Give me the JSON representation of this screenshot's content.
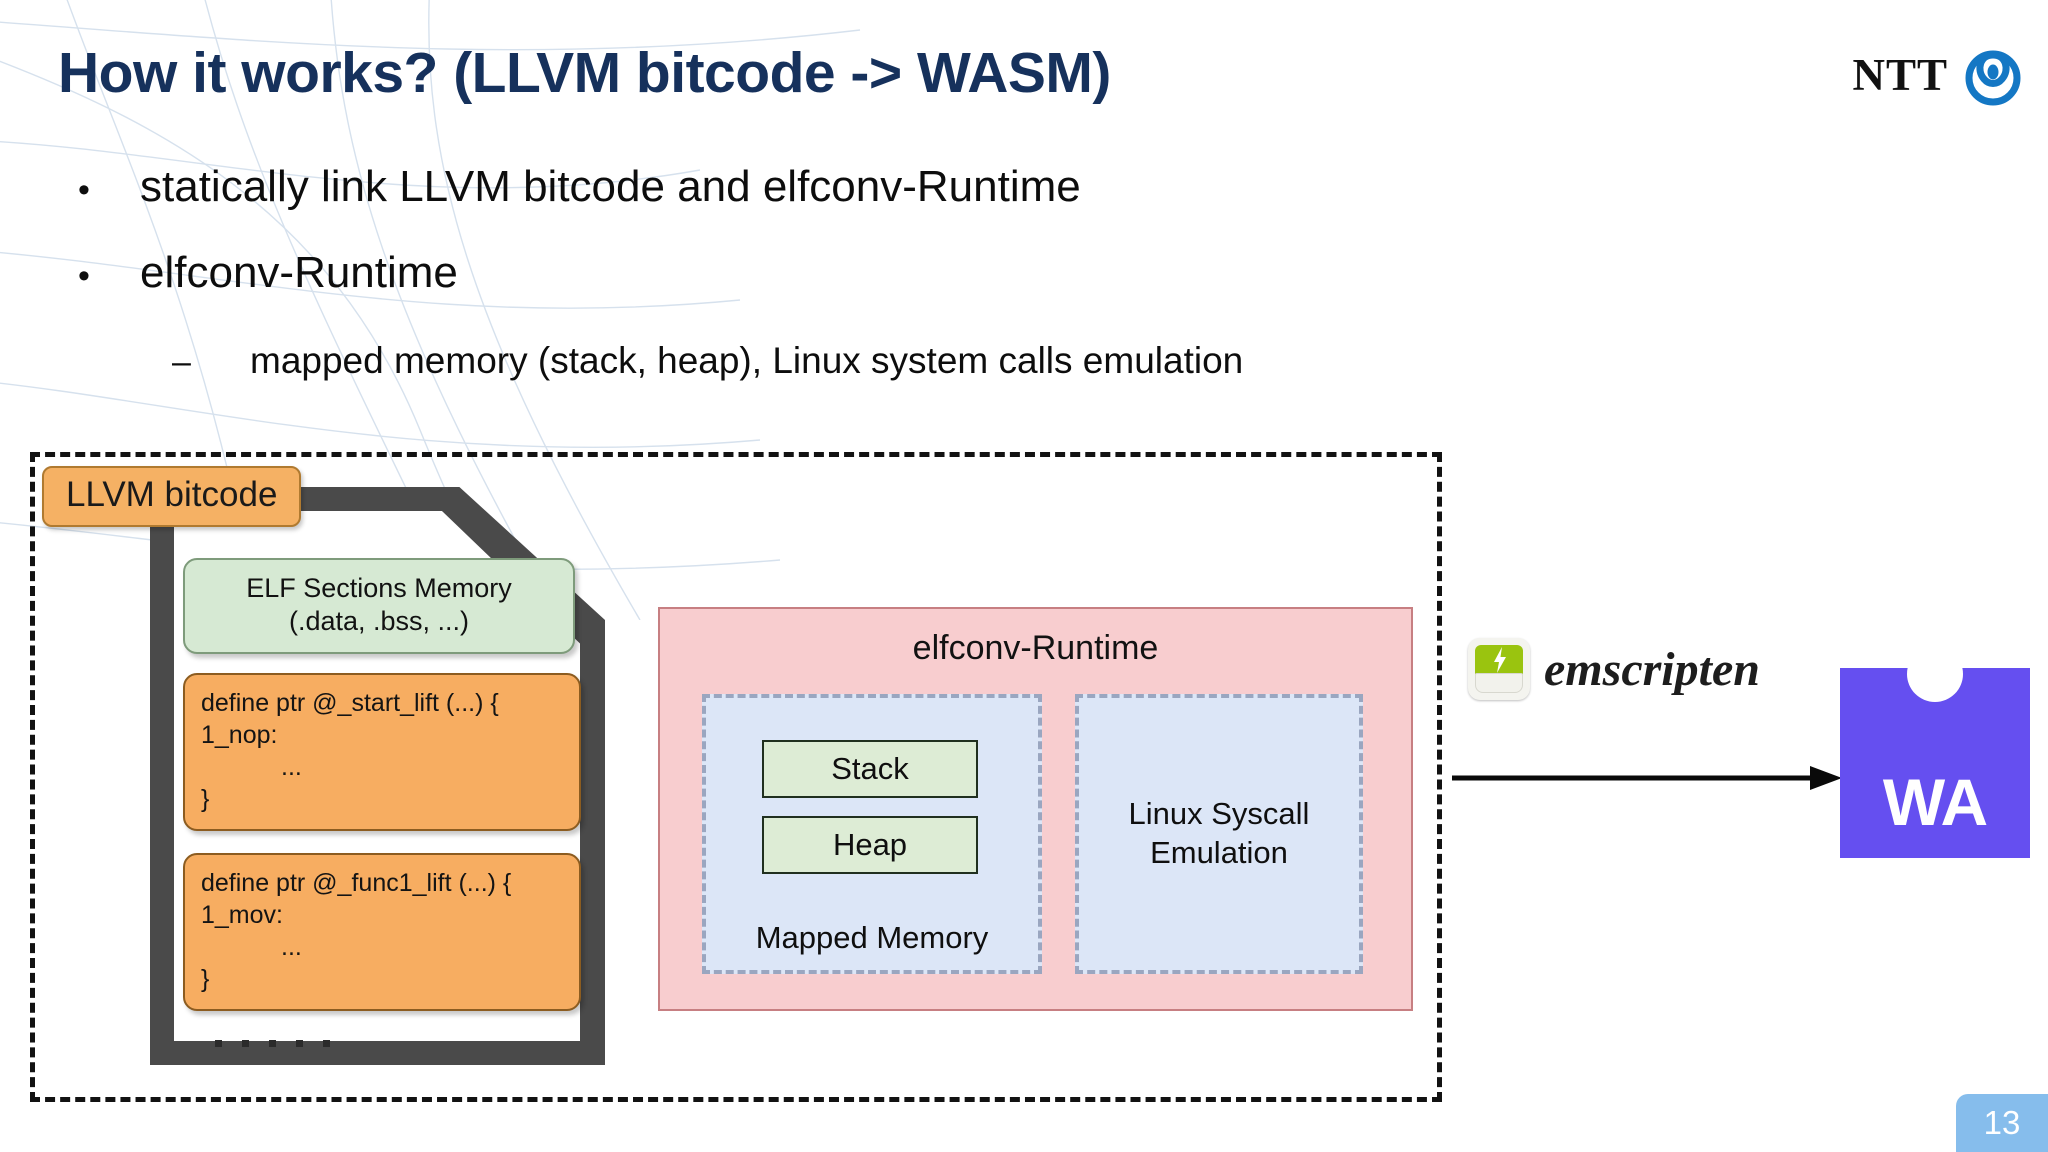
{
  "slide": {
    "title": "How it works? (LLVM bitcode -> WASM)",
    "page_number": "13",
    "brand": {
      "name": "NTT",
      "logo_icon": "ntt-loop-icon",
      "mark_color": "#1477c4"
    },
    "colors": {
      "title": "#16315c",
      "orange": "#f5b164",
      "green": "#d6e9d3",
      "pink": "#f8cdcf",
      "light_blue": "#dce6f7",
      "wasm_purple": "#654ff0",
      "emscripten_green": "#9ac40f",
      "page_badge": "#86bdec"
    }
  },
  "bullets": [
    {
      "marker": "•",
      "text": "statically link LLVM bitcode and elfconv-Runtime",
      "level": 1
    },
    {
      "marker": "•",
      "text": "elfconv-Runtime",
      "level": 1
    },
    {
      "marker": "–",
      "text": "mapped memory (stack, heap), Linux system calls emulation",
      "level": 2
    }
  ],
  "diagram": {
    "document": {
      "tag_label": "LLVM bitcode",
      "elf_box": {
        "line1": "ELF Sections Memory",
        "line2": "(.data, .bss, ...)"
      },
      "code_blocks": [
        {
          "line1": "define ptr @_start_lift (...) {",
          "line2": "1_nop:",
          "line3": "...",
          "line4": "}"
        },
        {
          "line1": "define ptr @_func1_lift (...) {",
          "line2": "1_mov:",
          "line3": "...",
          "line4": "}"
        }
      ],
      "ellipsis_dots": 5
    },
    "runtime": {
      "title": "elfconv-Runtime",
      "mapped_memory": {
        "label": "Mapped Memory",
        "regions": [
          "Stack",
          "Heap"
        ]
      },
      "syscall": {
        "line1": "Linux Syscall",
        "line2": "Emulation"
      }
    },
    "toolchain": {
      "emscripten_label": "emscripten",
      "emscripten_icon": "emscripten-bolt-icon"
    },
    "output": {
      "wasm_label": "WA",
      "wasm_icon": "webassembly-icon"
    },
    "arrow_icon": "right-arrow-icon"
  }
}
